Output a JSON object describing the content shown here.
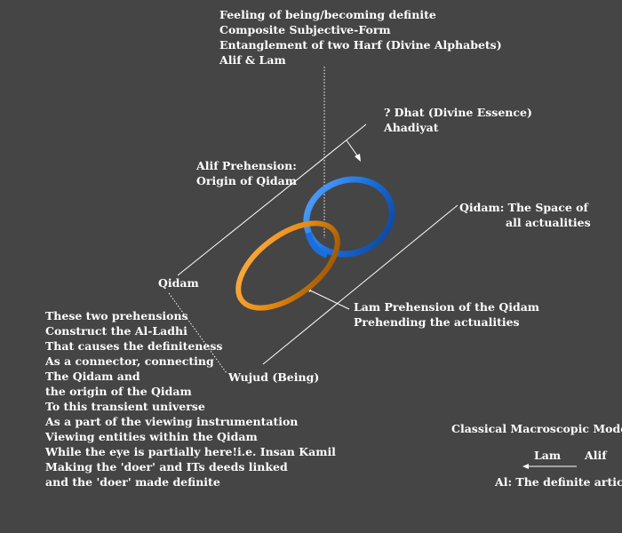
{
  "labels": {
    "top": [
      "Feeling of being/becoming definite",
      "Composite Subjective-Form",
      "Entanglement of two Harf (Divine Alphabets)",
      "Alif & Lam"
    ],
    "dhat": [
      "? Dhat (Divine Essence)",
      "Ahadiyat"
    ],
    "alif_prehension": [
      "Alif Prehension:",
      "Origin of Qidam"
    ],
    "qidam_space": [
      "Qidam: The Space of",
      "all actualities"
    ],
    "qidam": "Qidam",
    "lam_prehension": [
      "Lam Prehension of the Qidam",
      "Prehending the actualities"
    ],
    "wujud": "Wujud (Being)",
    "paragraph": [
      "These two prehensions",
      "Construct the Al-Ladhi",
      "That causes the definiteness",
      "As a connector, connecting",
      "The Qidam and",
      "the origin of the Qidam",
      "To this transient universe",
      "As a part of the viewing instrumentation",
      "Viewing entities within the Qidam",
      "While the eye is partially here!i.e. Insan Kamil",
      "Making the 'doer' and ITs deeds linked",
      "and the 'doer' made definite"
    ],
    "classical_title": "Classical Macroscopic Model:",
    "lam": "Lam",
    "alif": "Alif",
    "al_article": "Al: The definite article"
  },
  "colors": {
    "background": "#454545",
    "text": "#ffffff",
    "ring_blue": "#1a75e0",
    "ring_orange": "#e8860c",
    "lines": "#ffffff"
  }
}
